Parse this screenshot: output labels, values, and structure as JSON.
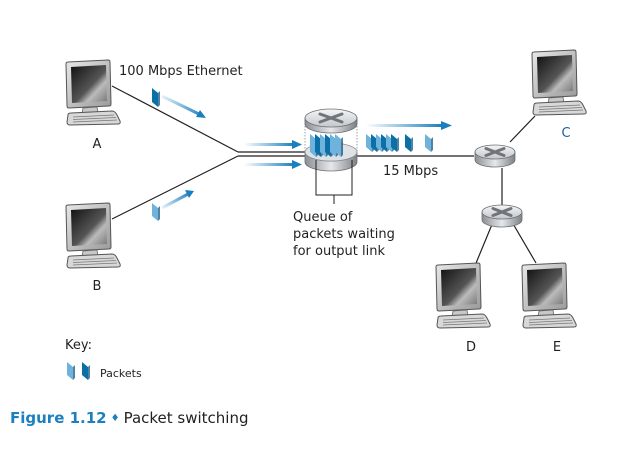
{
  "diagram": {
    "type": "network-diagram",
    "hosts": [
      {
        "id": "A",
        "label": "A"
      },
      {
        "id": "B",
        "label": "B"
      },
      {
        "id": "C",
        "label": "C"
      },
      {
        "id": "D",
        "label": "D"
      },
      {
        "id": "E",
        "label": "E"
      }
    ],
    "links": {
      "ethernet_label": "100 Mbps Ethernet",
      "output_label": "15 Mbps"
    },
    "queue_annotation": [
      "Queue of",
      "packets waiting",
      "for output link"
    ],
    "key": {
      "title": "Key:",
      "packets_label": "Packets"
    },
    "colors": {
      "packet_dark": "#0b6fa8",
      "packet_light": "#6fb3dd",
      "arrow": "#1a7fbf",
      "caption_accent": "#1b7fc0"
    }
  },
  "caption": {
    "figure_label": "Figure 1.12",
    "separator": "♦",
    "title": "Packet switching"
  }
}
